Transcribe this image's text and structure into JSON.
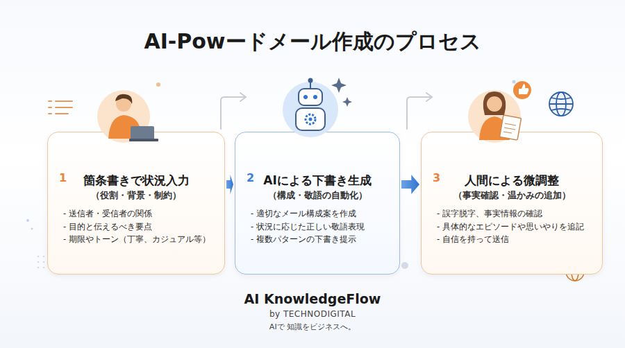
{
  "diagram": {
    "title": "AI-Powードメール作成のプロセス",
    "nodes": [
      {
        "text": [
          "1",
          "箇条書きで状況入力",
          "（役割・背景・制約）",
          "- 送信者・受信者の関係",
          "- 目的と伝えるべき要点",
          "- 期限やトーン（丁寧、カジュアル等）"
        ]
      },
      {
        "text": [
          "2",
          "AIによる下書き生成",
          "（構成・敬語の自動化）",
          "- 適切なメール構成案を作成",
          "- 状況に応じた正しい敬語表現",
          "- 複数パターンの下書き提示"
        ]
      },
      {
        "text": [
          "3",
          "人間による微調整",
          "（事実確認・温かみの追加）",
          "- 誤字脱字、事実情報の確認",
          "- 具体的なエピソードや思いやりを追記",
          "- 自信を持って送信"
        ]
      }
    ],
    "edges": [
      {
        "from": 0,
        "to": 1,
        "arrow": "to"
      },
      {
        "from": 1,
        "to": 2,
        "arrow": "to"
      }
    ],
    "labels": [
      "AI KnowledgeFlow",
      "by TECHNODIGITAL",
      "AIで 知識をビジネスへ。"
    ]
  }
}
